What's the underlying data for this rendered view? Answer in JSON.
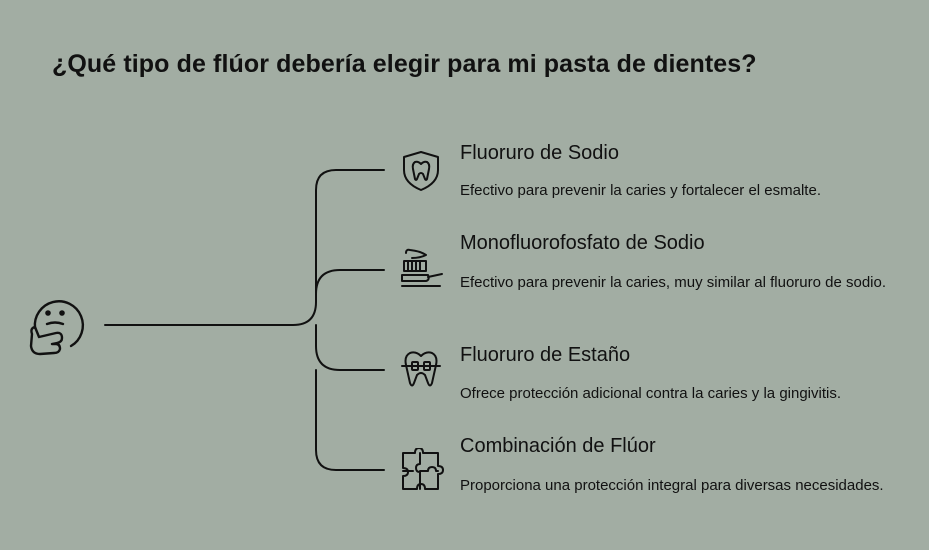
{
  "title": "¿Qué tipo de flúor debería elegir para mi pasta de dientes?",
  "root": {
    "icon": "thinking-face-icon"
  },
  "options": [
    {
      "icon": "tooth-shield-icon",
      "title": "Fluoruro de Sodio",
      "description": "Efectivo para prevenir la caries y fortalecer el esmalte."
    },
    {
      "icon": "toothbrush-toothpaste-icon",
      "title": "Monofluorofosfato de Sodio",
      "description": "Efectivo para prevenir la caries, muy similar al fluoruro de sodio."
    },
    {
      "icon": "tooth-braces-icon",
      "title": "Fluoruro de Estaño",
      "description": "Ofrece protección adicional contra la caries y la gingivitis."
    },
    {
      "icon": "puzzle-icon",
      "title": "Combinación de Flúor",
      "description": "Proporciona una protección integral para diversas necesidades."
    }
  ],
  "colors": {
    "background": "#a2ada3",
    "ink": "#111111"
  }
}
